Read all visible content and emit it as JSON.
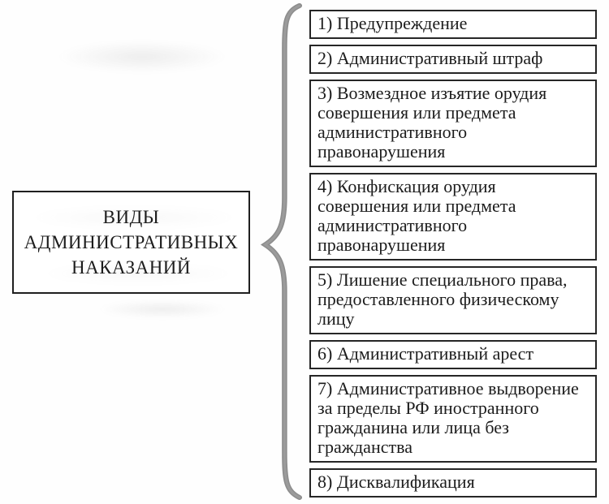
{
  "diagram": {
    "root": {
      "title": "ВИДЫ\nАДМИНИСТРАТИВНЫХ\nНАКАЗАНИЙ"
    },
    "items": [
      {
        "label": "1) Предупреждение"
      },
      {
        "label": "2) Административный штраф"
      },
      {
        "label": "3) Возмездное изъятие орудия совершения или предмета административного правонарушения"
      },
      {
        "label": "4) Конфискация орудия совершения или предмета административного правонарушения"
      },
      {
        "label": "5) Лишение специального права, предоставленного физическому лицу"
      },
      {
        "label": "6) Административный арест"
      },
      {
        "label": "7) Административное выдворение за пределы РФ иностранного гражданина или лица без гражданства"
      },
      {
        "label": "8) Дисквалификация"
      }
    ],
    "colors": {
      "text": "#1c1c1c",
      "box_border": "#262626",
      "brace": "#8d8d8d",
      "background": "#fefefe"
    }
  }
}
